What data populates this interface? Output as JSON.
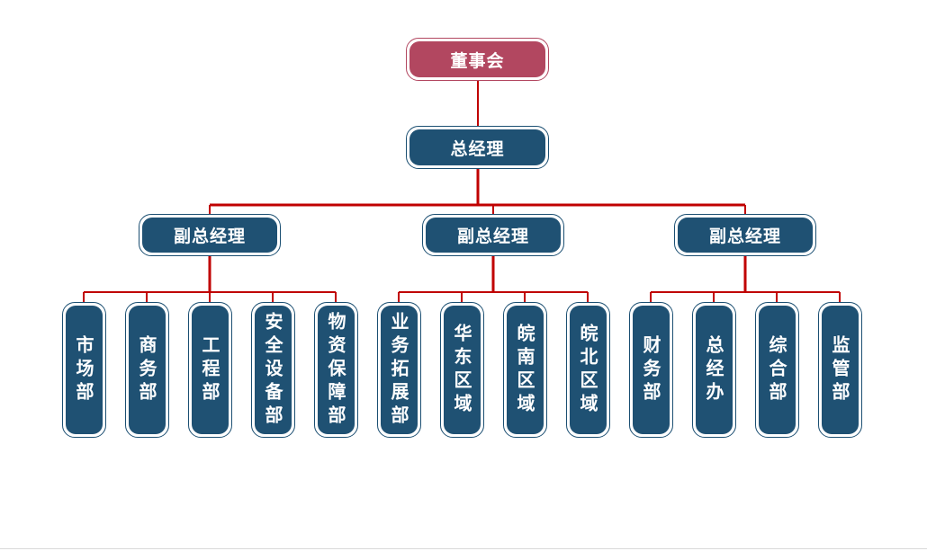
{
  "top": {
    "label": "董事会"
  },
  "gm": {
    "label": "总经理"
  },
  "vps": [
    {
      "label": "副总经理",
      "departments": [
        "市场部",
        "商务部",
        "工程部",
        "安全设备部",
        "物资保障部"
      ]
    },
    {
      "label": "副总经理",
      "departments": [
        "业务拓展部",
        "华东区域",
        "皖南区域",
        "皖北区域"
      ]
    },
    {
      "label": "副总经理",
      "departments": [
        "财务部",
        "总经办",
        "综合部",
        "监管部"
      ]
    }
  ],
  "colors": {
    "connector": "#c00000",
    "node": "#1f5173",
    "top_node": "#b24760"
  }
}
